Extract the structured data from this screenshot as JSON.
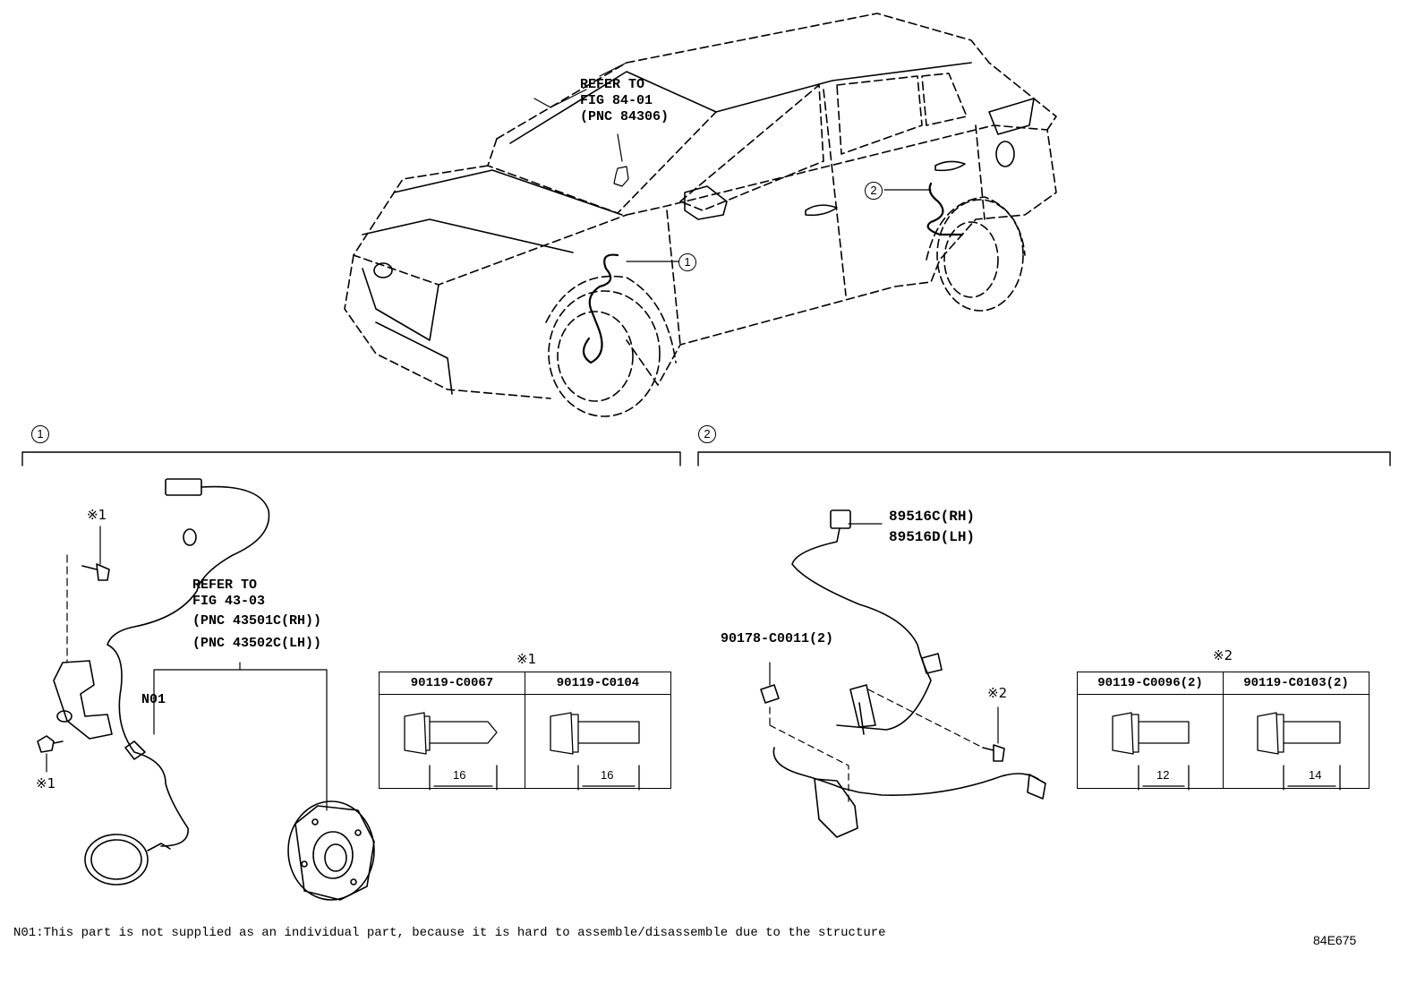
{
  "top": {
    "refer_lines": [
      "REFER TO",
      "FIG 84-01",
      "(PNC 84306)"
    ]
  },
  "callouts": {
    "one": "1",
    "two": "2"
  },
  "section1": {
    "marker": "1",
    "refer_lines": [
      "REFER TO",
      "FIG 43-03",
      "(PNC 43501C(RH))",
      "(PNC 43502C(LH))"
    ],
    "n01_label": "N01",
    "note_mark_top": "※1",
    "note_mark_bottom": "※1"
  },
  "section2": {
    "marker": "2",
    "part_rh": "89516C(RH)",
    "part_lh": "89516D(LH)",
    "clip_part": "90178-C0011(2)",
    "note_mark": "※2"
  },
  "table1": {
    "title": "※1",
    "columns": [
      {
        "part": "90119-C0067",
        "length": "16"
      },
      {
        "part": "90119-C0104",
        "length": "16"
      }
    ]
  },
  "table2": {
    "title": "※2",
    "columns": [
      {
        "part": "90119-C0096(2)",
        "length": "12"
      },
      {
        "part": "90119-C0103(2)",
        "length": "14"
      }
    ]
  },
  "footer": {
    "note": "N01:This part is not supplied as an individual part, because it is hard to assemble/disassemble due to the structure",
    "ref_code": "84E675"
  }
}
